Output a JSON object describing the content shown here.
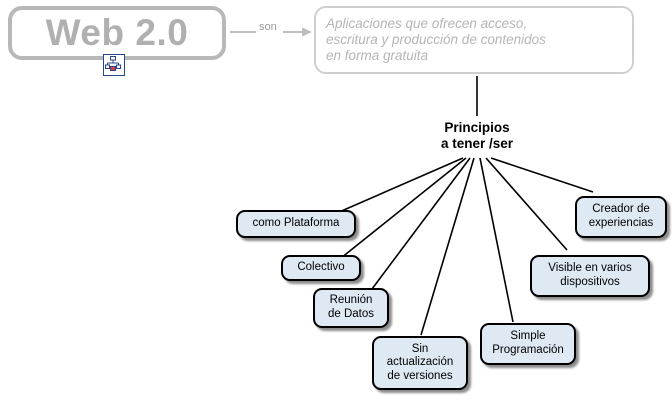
{
  "diagram": {
    "title_box": {
      "label": "Web 2.0"
    },
    "link_label": "son",
    "definition_box": {
      "line1": "Aplicaciones que ofrecen acceso,",
      "line2": "escritura y producción de contenidos",
      "line3": "en forma gratuita"
    },
    "center_topic": {
      "line1": "Principios",
      "line2": "a tener /ser"
    },
    "icon": "cmap-badge-icon",
    "nodes": [
      {
        "id": "como-plataforma",
        "line1": "como Plataforma",
        "line2": ""
      },
      {
        "id": "colectivo",
        "line1": "Colectivo",
        "line2": ""
      },
      {
        "id": "reunion-de-datos",
        "line1": "Reunión",
        "line2": "de Datos"
      },
      {
        "id": "sin-actualizacion-de-versiones",
        "line1": "Sin",
        "line2": "actualización",
        "line3": "de versiones"
      },
      {
        "id": "simple-programacion",
        "line1": "Simple",
        "line2": "Programación"
      },
      {
        "id": "visible-en-varios-dispositivos",
        "line1": "Visible en varios",
        "line2": "dispositivos"
      },
      {
        "id": "creador-de-experiencias",
        "line1": "Creador de",
        "line2": "experiencias"
      }
    ],
    "colors": {
      "leaf_fill": "#dfe9f3",
      "leaf_border": "#000000",
      "title_border": "#b8b8b8",
      "title_text": "#b0b0b0",
      "definition_text": "#b5b5b5",
      "edge": "#000000"
    }
  }
}
